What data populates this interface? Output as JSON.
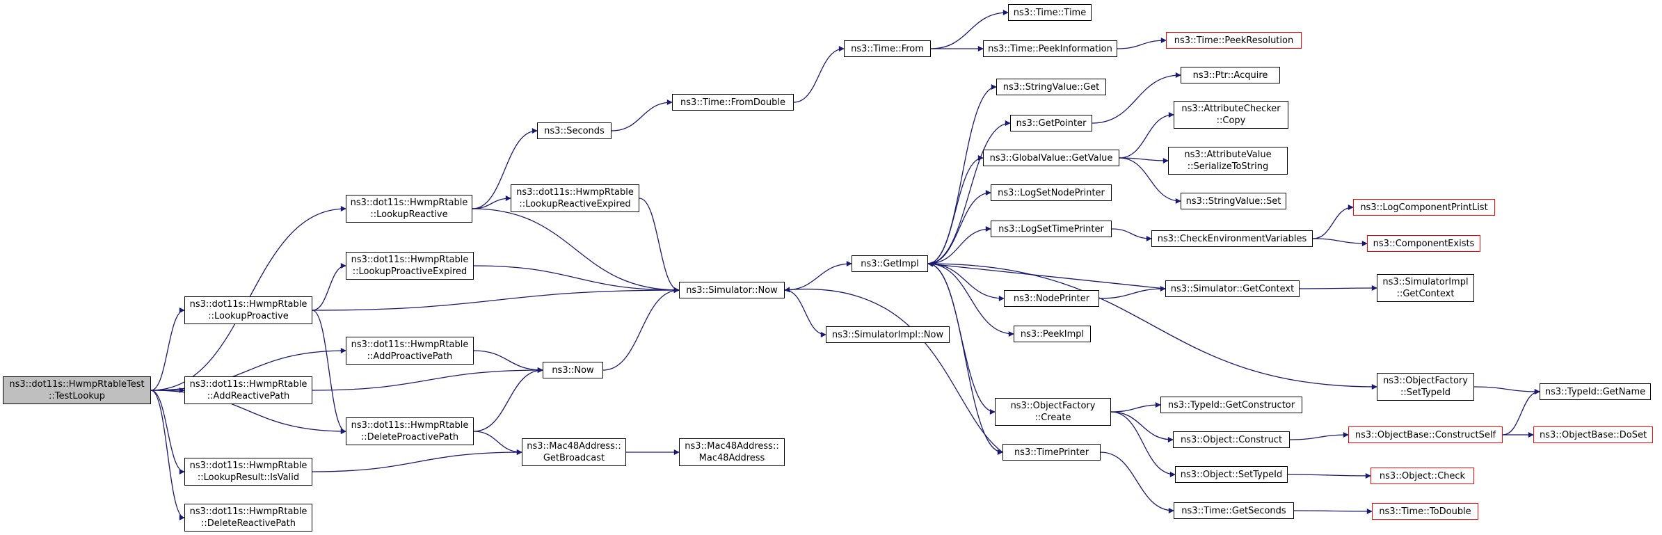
{
  "nodes": {
    "n0": {
      "label": "ns3::dot11s::HwmpRtableTest\n::TestLookup",
      "style": "root"
    },
    "n1": {
      "label": "ns3::dot11s::HwmpRtable\n::LookupReactive",
      "style": "normal"
    },
    "n2": {
      "label": "ns3::dot11s::HwmpRtable\n::LookupProactive",
      "style": "normal"
    },
    "n3": {
      "label": "ns3::dot11s::HwmpRtable\n::AddProactivePath",
      "style": "normal"
    },
    "n4": {
      "label": "ns3::dot11s::HwmpRtable\n::AddReactivePath",
      "style": "normal"
    },
    "n5": {
      "label": "ns3::dot11s::HwmpRtable\n::LookupResult::IsValid",
      "style": "normal"
    },
    "n6": {
      "label": "ns3::dot11s::HwmpRtable\n::DeleteReactivePath",
      "style": "normal"
    },
    "n7": {
      "label": "ns3::dot11s::HwmpRtable\n::LookupProactiveExpired",
      "style": "normal"
    },
    "n8": {
      "label": "ns3::dot11s::HwmpRtable\n::DeleteProactivePath",
      "style": "normal"
    },
    "n9": {
      "label": "ns3::Seconds",
      "style": "normal"
    },
    "n10": {
      "label": "ns3::dot11s::HwmpRtable\n::LookupReactiveExpired",
      "style": "normal"
    },
    "n11": {
      "label": "ns3::Now",
      "style": "normal"
    },
    "n12": {
      "label": "ns3::Mac48Address::\nGetBroadcast",
      "style": "normal"
    },
    "n13": {
      "label": "ns3::Time::FromDouble",
      "style": "normal"
    },
    "n14": {
      "label": "ns3::Simulator::Now",
      "style": "normal"
    },
    "n15": {
      "label": "ns3::Mac48Address::\nMac48Address",
      "style": "normal"
    },
    "n16": {
      "label": "ns3::Time::From",
      "style": "normal"
    },
    "n17": {
      "label": "ns3::GetImpl",
      "style": "normal"
    },
    "n18": {
      "label": "ns3::SimulatorImpl::Now",
      "style": "normal"
    },
    "n19": {
      "label": "ns3::Time::Time",
      "style": "normal"
    },
    "n20": {
      "label": "ns3::Time::PeekInformation",
      "style": "normal"
    },
    "n21": {
      "label": "ns3::StringValue::Get",
      "style": "normal"
    },
    "n22": {
      "label": "ns3::GetPointer",
      "style": "normal"
    },
    "n23": {
      "label": "ns3::GlobalValue::GetValue",
      "style": "normal"
    },
    "n24": {
      "label": "ns3::LogSetNodePrinter",
      "style": "normal"
    },
    "n25": {
      "label": "ns3::LogSetTimePrinter",
      "style": "normal"
    },
    "n26": {
      "label": "ns3::NodePrinter",
      "style": "normal"
    },
    "n27": {
      "label": "ns3::PeekImpl",
      "style": "normal"
    },
    "n28": {
      "label": "ns3::ObjectFactory\n::Create",
      "style": "normal"
    },
    "n29": {
      "label": "ns3::TimePrinter",
      "style": "normal"
    },
    "n30": {
      "label": "ns3::Time::PeekResolution",
      "style": "red"
    },
    "n31": {
      "label": "ns3::Ptr::Acquire",
      "style": "normal"
    },
    "n32": {
      "label": "ns3::AttributeChecker\n::Copy",
      "style": "normal"
    },
    "n33": {
      "label": "ns3::AttributeValue\n::SerializeToString",
      "style": "normal"
    },
    "n34": {
      "label": "ns3::StringValue::Set",
      "style": "normal"
    },
    "n35": {
      "label": "ns3::CheckEnvironmentVariables",
      "style": "normal"
    },
    "n36": {
      "label": "ns3::Simulator::GetContext",
      "style": "normal"
    },
    "n37": {
      "label": "ns3::TypeId::GetConstructor",
      "style": "normal"
    },
    "n38": {
      "label": "ns3::Object::Construct",
      "style": "normal"
    },
    "n39": {
      "label": "ns3::Object::SetTypeId",
      "style": "normal"
    },
    "n40": {
      "label": "ns3::Time::GetSeconds",
      "style": "normal"
    },
    "n41": {
      "label": "ns3::LogComponentPrintList",
      "style": "red"
    },
    "n42": {
      "label": "ns3::ComponentExists",
      "style": "red"
    },
    "n43": {
      "label": "ns3::SimulatorImpl\n::GetContext",
      "style": "normal"
    },
    "n44": {
      "label": "ns3::ObjectFactory\n::SetTypeId",
      "style": "normal"
    },
    "n45": {
      "label": "ns3::ObjectBase::ConstructSelf",
      "style": "red"
    },
    "n46": {
      "label": "ns3::Object::Check",
      "style": "red"
    },
    "n47": {
      "label": "ns3::Time::ToDouble",
      "style": "red"
    },
    "n48": {
      "label": "ns3::TypeId::GetName",
      "style": "normal"
    },
    "n49": {
      "label": "ns3::ObjectBase::DoSet",
      "style": "red"
    }
  },
  "edges": [
    [
      "n0",
      "n1"
    ],
    [
      "n0",
      "n2"
    ],
    [
      "n0",
      "n3"
    ],
    [
      "n0",
      "n4"
    ],
    [
      "n0",
      "n8"
    ],
    [
      "n0",
      "n5"
    ],
    [
      "n0",
      "n6"
    ],
    [
      "n1",
      "n9"
    ],
    [
      "n1",
      "n10"
    ],
    [
      "n1",
      "n14"
    ],
    [
      "n2",
      "n7"
    ],
    [
      "n2",
      "n14"
    ],
    [
      "n2",
      "n8"
    ],
    [
      "n3",
      "n11"
    ],
    [
      "n4",
      "n11"
    ],
    [
      "n5",
      "n12"
    ],
    [
      "n7",
      "n14"
    ],
    [
      "n8",
      "n11"
    ],
    [
      "n8",
      "n12"
    ],
    [
      "n9",
      "n13"
    ],
    [
      "n10",
      "n14"
    ],
    [
      "n11",
      "n14"
    ],
    [
      "n12",
      "n15"
    ],
    [
      "n13",
      "n16"
    ],
    [
      "n14",
      "n17"
    ],
    [
      "n14",
      "n18"
    ],
    [
      "n16",
      "n19"
    ],
    [
      "n16",
      "n20"
    ],
    [
      "n20",
      "n30"
    ],
    [
      "n17",
      "n21"
    ],
    [
      "n17",
      "n22"
    ],
    [
      "n17",
      "n23"
    ],
    [
      "n17",
      "n24"
    ],
    [
      "n17",
      "n25"
    ],
    [
      "n17",
      "n26"
    ],
    [
      "n17",
      "n27"
    ],
    [
      "n17",
      "n28"
    ],
    [
      "n17",
      "n29"
    ],
    [
      "n17",
      "n44"
    ],
    [
      "n22",
      "n31"
    ],
    [
      "n23",
      "n32"
    ],
    [
      "n23",
      "n33"
    ],
    [
      "n23",
      "n34"
    ],
    [
      "n25",
      "n35"
    ],
    [
      "n26",
      "n36"
    ],
    [
      "n35",
      "n41"
    ],
    [
      "n35",
      "n42"
    ],
    [
      "n36",
      "n17"
    ],
    [
      "n36",
      "n43"
    ],
    [
      "n29",
      "n14"
    ],
    [
      "n29",
      "n40"
    ],
    [
      "n28",
      "n37"
    ],
    [
      "n28",
      "n38"
    ],
    [
      "n28",
      "n39"
    ],
    [
      "n38",
      "n45"
    ],
    [
      "n39",
      "n46"
    ],
    [
      "n40",
      "n47"
    ],
    [
      "n44",
      "n48"
    ],
    [
      "n45",
      "n48"
    ],
    [
      "n45",
      "n49"
    ]
  ],
  "colors": {
    "edge": "#191970",
    "node_border": "#000000",
    "missing_border": "#ff0000",
    "root_fill": "#bfbfbf"
  }
}
